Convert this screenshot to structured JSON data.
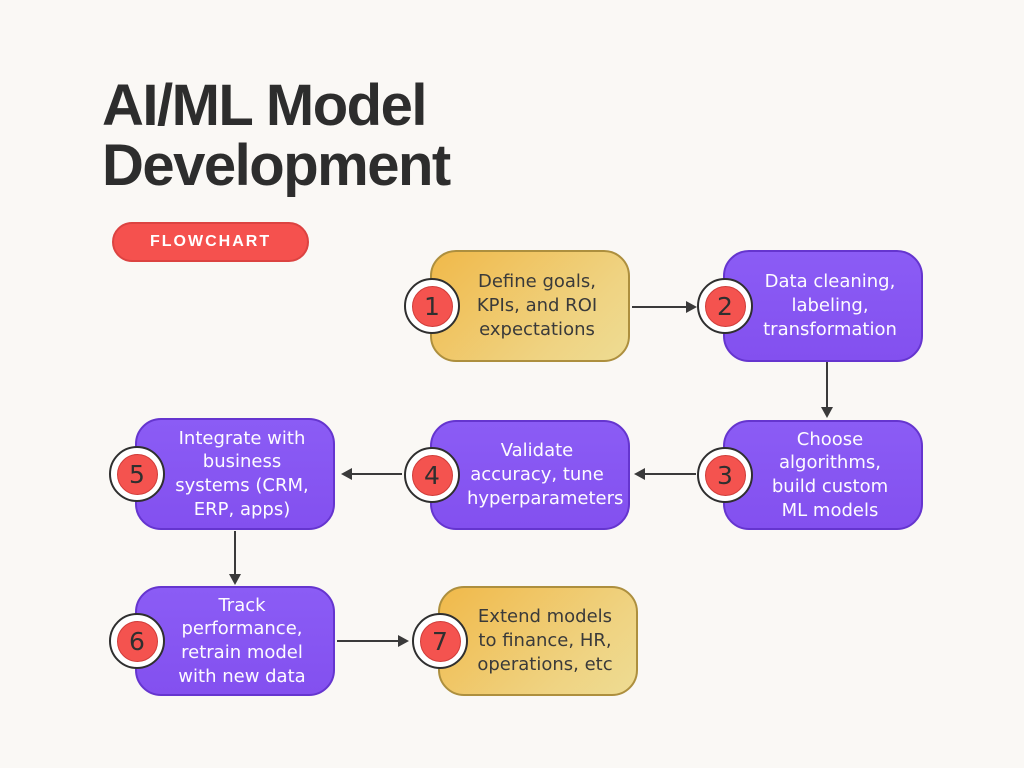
{
  "header": {
    "title_line1": "AI/ML Model",
    "title_line2": "Development",
    "tag": "FLOWCHART"
  },
  "colors": {
    "background": "#FAF8F5",
    "title_text": "#2D2D2D",
    "tag_red": "#F5514E",
    "node_purple": "#8655F2",
    "node_gold_start": "#F0B94A",
    "node_gold_end": "#EEDC93",
    "badge_red": "#F4534F",
    "arrow": "#3A3A3A"
  },
  "flowchart": {
    "nodes": [
      {
        "number": "1",
        "text": "Define goals, KPIs, and ROI expectations",
        "style": "gold"
      },
      {
        "number": "2",
        "text": "Data cleaning, labeling, transformation",
        "style": "purple"
      },
      {
        "number": "3",
        "text": "Choose algorithms, build custom ML models",
        "style": "purple"
      },
      {
        "number": "4",
        "text": "Validate accuracy, tune hyperparameters",
        "style": "purple"
      },
      {
        "number": "5",
        "text": "Integrate with business systems (CRM, ERP, apps)",
        "style": "purple"
      },
      {
        "number": "6",
        "text": "Track performance, retrain model with new data",
        "style": "purple"
      },
      {
        "number": "7",
        "text": "Extend models to finance, HR, operations, etc",
        "style": "gold"
      }
    ],
    "edges": [
      {
        "from": "1",
        "to": "2",
        "direction": "right"
      },
      {
        "from": "2",
        "to": "3",
        "direction": "down"
      },
      {
        "from": "3",
        "to": "4",
        "direction": "left"
      },
      {
        "from": "4",
        "to": "5",
        "direction": "left"
      },
      {
        "from": "5",
        "to": "6",
        "direction": "down"
      },
      {
        "from": "6",
        "to": "7",
        "direction": "right"
      }
    ]
  }
}
